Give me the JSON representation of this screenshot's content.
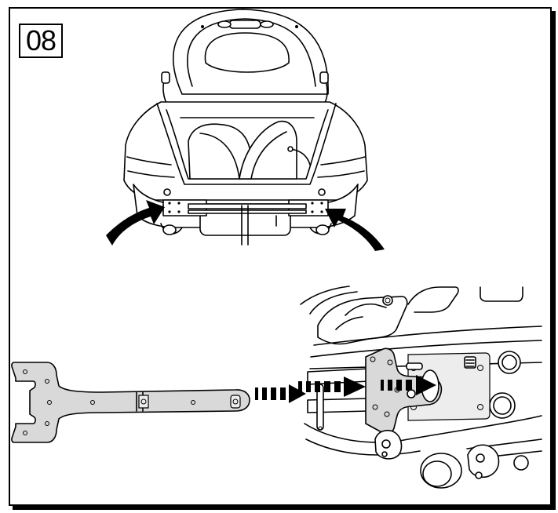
{
  "step": {
    "number": "08"
  },
  "illustrations": {
    "car_rear": "car-rear-open-trunk",
    "brackets": "bracket-pair",
    "tool": "bracket-alignment-tool",
    "detail": "bracket-mounting-detail"
  },
  "icons": [
    "curved-arrow-icon",
    "dashed-arrow-icon",
    "bolt-icon",
    "exhaust-icon"
  ],
  "colors": {
    "line": "#000000",
    "part_fill": "#d9d9d9",
    "background": "#ffffff"
  }
}
